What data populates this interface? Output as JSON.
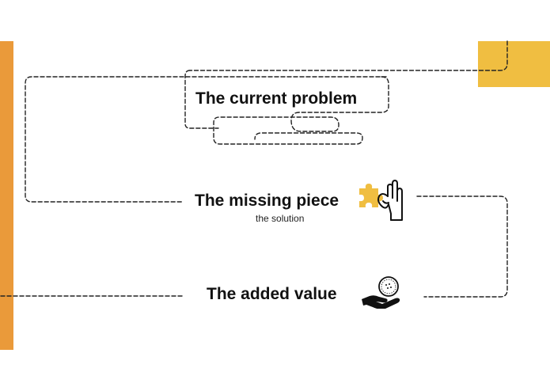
{
  "colors": {
    "orange_bar": "#EA9A3A",
    "yellow_block": "#F0BE41",
    "puzzle": "#F0BE41",
    "line": "#222222"
  },
  "steps": [
    {
      "title": "The current problem"
    },
    {
      "title": "The missing piece",
      "subtitle": "the solution",
      "icon": "hand-holding-puzzle-piece-icon"
    },
    {
      "title": "The added value",
      "icon": "hand-holding-coin-icon"
    }
  ]
}
